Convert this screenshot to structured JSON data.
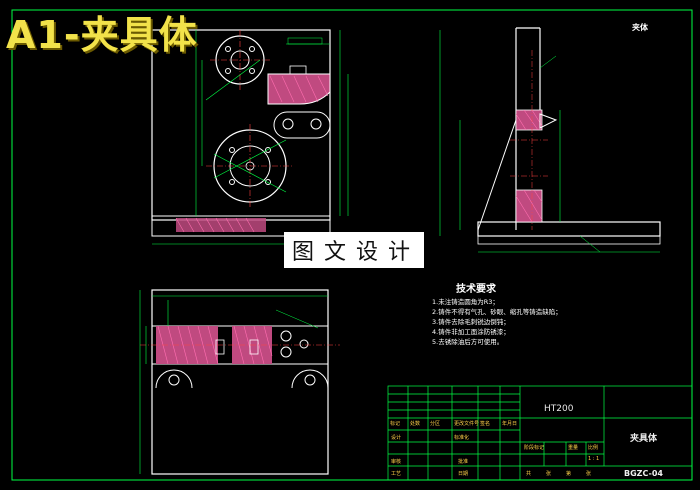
{
  "title": "A1-夹具体",
  "watermark": "图文设计",
  "corner_note": "夹体",
  "tech_requirements": {
    "heading": "技术要求",
    "items": [
      "1.未注铸造圆角为R3；",
      "2.铸件不得有气孔、砂眼、缩孔等铸造缺陷；",
      "3.铸件去除毛刺锐边倒钝；",
      "4.铸件非加工面涂防锈漆；",
      "5.去锈除油后方可使用。"
    ]
  },
  "title_block": {
    "material": "HT200",
    "part_name": "夹具体",
    "drawing_number": "BGZC-04",
    "scale": "1:1",
    "sheet_ratio": "1 : 1",
    "headers": [
      "标记",
      "处数",
      "分区",
      "更改文件号",
      "签名",
      "年月日"
    ],
    "rows": [
      "设计",
      "审核",
      "工艺"
    ],
    "mid_labels": [
      "标准化",
      "批准",
      "日期"
    ],
    "stage_labels": [
      "阶段标记",
      "重量",
      "比例"
    ],
    "sheet_labels": [
      "共",
      "张",
      "第",
      "张"
    ]
  },
  "colors": {
    "background": "#000000",
    "outline": "#ffffff",
    "dimension": "#00ff44",
    "hatch": "#c04a80",
    "center": "#ff4040",
    "title": "#f2e24a",
    "title_block_line": "#00ff44"
  }
}
